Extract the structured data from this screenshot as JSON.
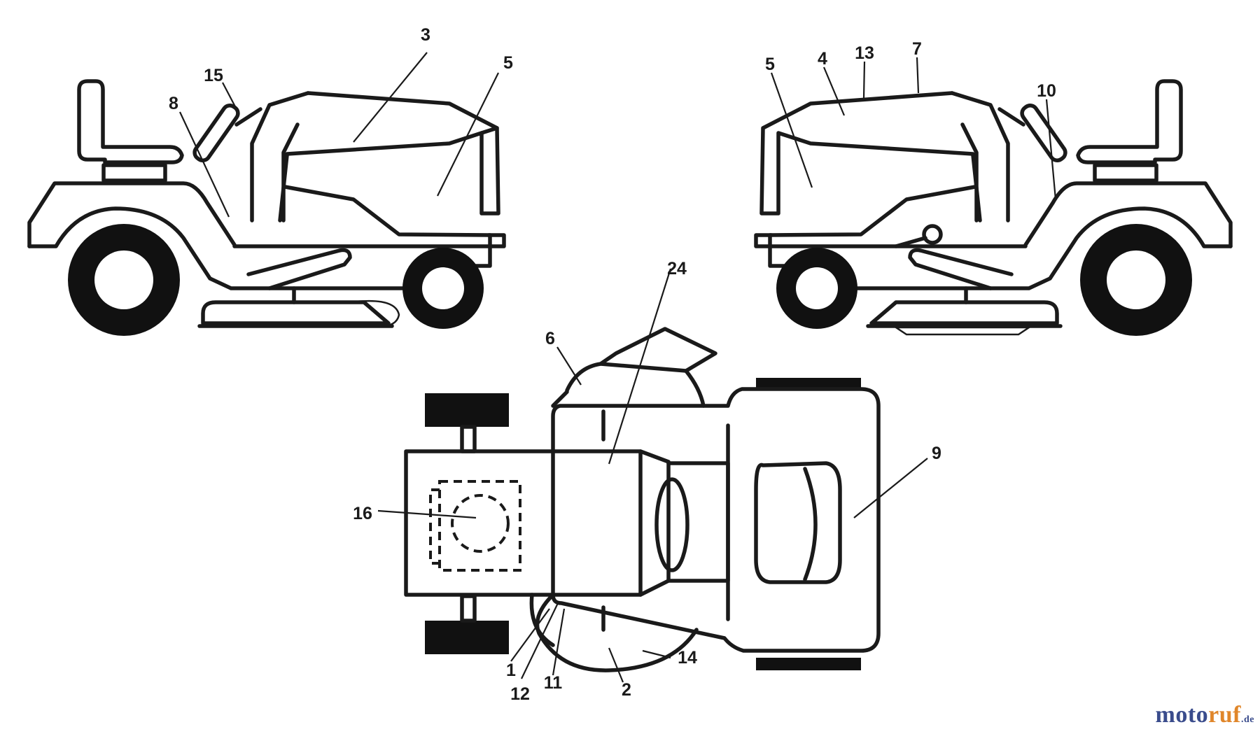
{
  "callouts": {
    "c1": "1",
    "c2": "2",
    "c3": "3",
    "c4": "4",
    "c5a": "5",
    "c5b": "5",
    "c6": "6",
    "c7": "7",
    "c8": "8",
    "c9": "9",
    "c10": "10",
    "c11": "11",
    "c12": "12",
    "c13": "13",
    "c14": "14",
    "c15": "15",
    "c16": "16",
    "c24": "24"
  },
  "watermark": {
    "part1": "moto",
    "part2": "ruf",
    "part3": ".de"
  },
  "colors": {
    "ink": "#1a1a1a",
    "watermark_blue": "#3a4c8c",
    "watermark_orange": "#e0862a"
  }
}
